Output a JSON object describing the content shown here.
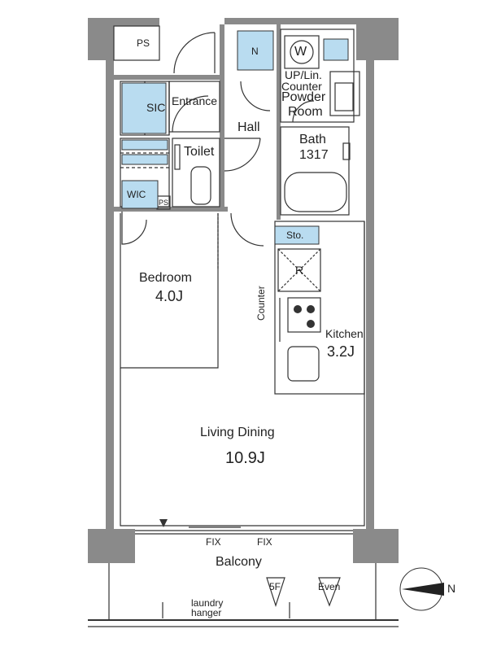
{
  "rooms": {
    "ps_top": "PS",
    "n_box": "N",
    "w_box": "W",
    "uplin": "UP/Lin.",
    "counter_powder": "Counter",
    "powder_room_line1": "Powder",
    "powder_room_line2": "Room",
    "sic": "SIC",
    "entrance": "Entrance",
    "hall": "Hall",
    "toilet": "Toilet",
    "bath": "Bath",
    "bath_size": "1317",
    "wic": "WIC",
    "ps_small": "PS",
    "sto": "Sto.",
    "refrigerator": "R",
    "bedroom": "Bedroom",
    "bedroom_size": "4.0J",
    "counter_kitchen": "Counter",
    "kitchen": "Kitchen",
    "kitchen_size": "3.2J",
    "living_dining": "Living Dining",
    "living_dining_size": "10.9J",
    "fix_left": "FIX",
    "fix_right": "FIX",
    "balcony": "Balcony",
    "five_f": "5F",
    "even": "Even",
    "laundry_line1": "laundry",
    "laundry_line2": "hanger",
    "north": "N"
  },
  "colors": {
    "wall": "#8a8a8a",
    "line": "#333333",
    "storage_fill": "#b9dcf0"
  }
}
